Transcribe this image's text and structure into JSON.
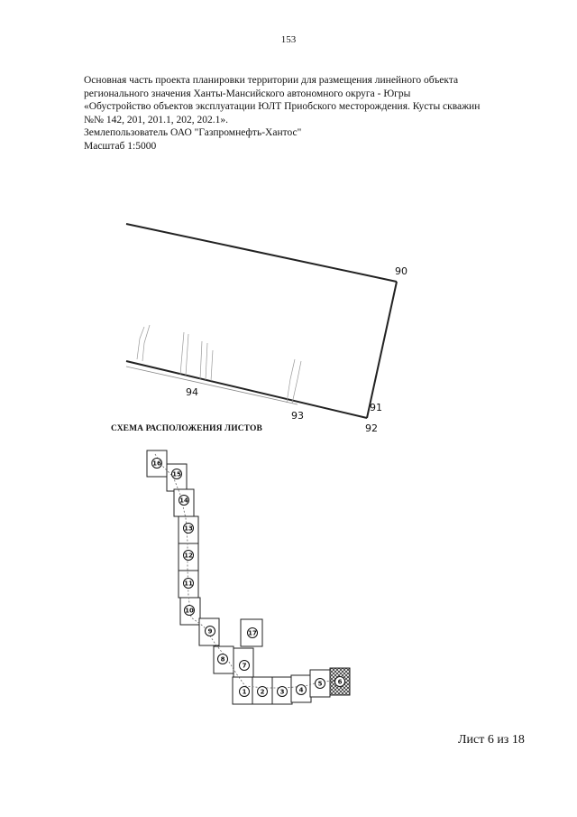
{
  "page_number": "153",
  "header": {
    "lines": [
      "Основная часть проекта планировки территории для размещения линейного объекта",
      "регионального значения Ханты-Мансийского автономного округа - Югры",
      "«Обустройство объектов эксплуатации ЮЛТ Приобского месторождения. Кусты скважин",
      "№№ 142, 201, 201.1, 202, 202.1».",
      "Землепользователь ОАО \"Газпромнефть-Хантос\"",
      "Масштаб 1:5000"
    ]
  },
  "plan": {
    "point_labels": [
      "90",
      "91",
      "92",
      "93",
      "94"
    ]
  },
  "schema": {
    "title": "СХЕМА РАСПОЛОЖЕНИЯ ЛИСТОВ",
    "sheets": [
      "16",
      "15",
      "14",
      "13",
      "12",
      "11",
      "10",
      "9",
      "8",
      "7",
      "17",
      "1",
      "2",
      "3",
      "4",
      "5",
      "6"
    ]
  },
  "footer": {
    "sheet_counter": "Лист 6 из 18"
  }
}
